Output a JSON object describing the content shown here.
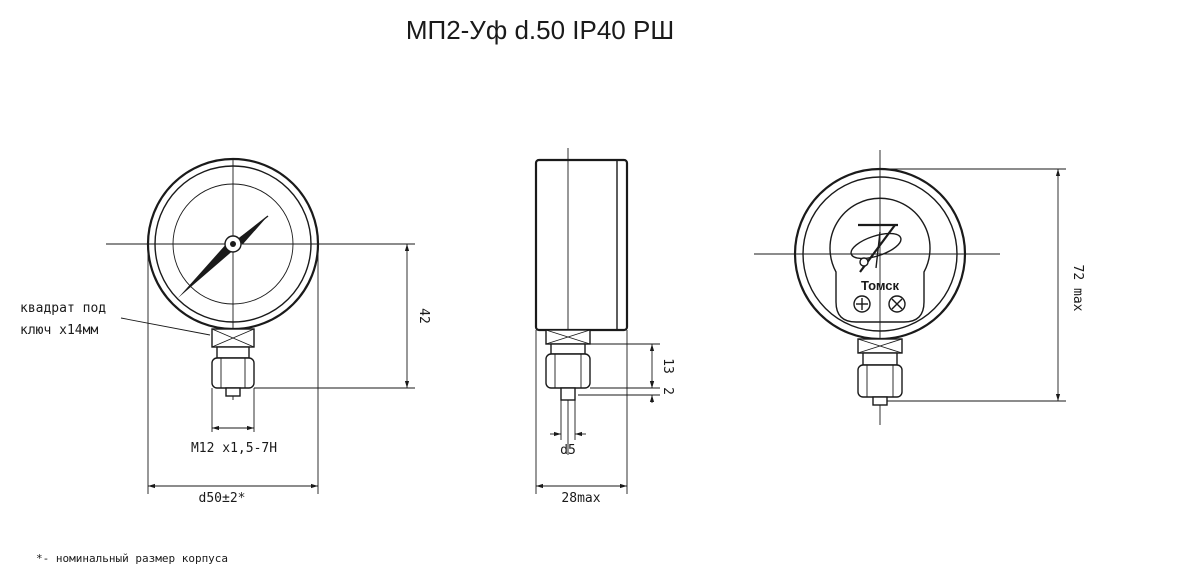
{
  "title": "МП2-Уф d.50 IP40 РШ",
  "labels": {
    "wrench_line1": "квадрат под",
    "wrench_line2": "ключ х14мм",
    "thread": "M12  x1,5-7H",
    "diameter": "d50±2*",
    "height_42": "42",
    "depth": "28max",
    "d5": "d5",
    "dim_13": "13",
    "dim_2": "2",
    "dim_72": "72 max",
    "brand": "Томск",
    "footnote": "*- номинальный размер корпуса"
  }
}
